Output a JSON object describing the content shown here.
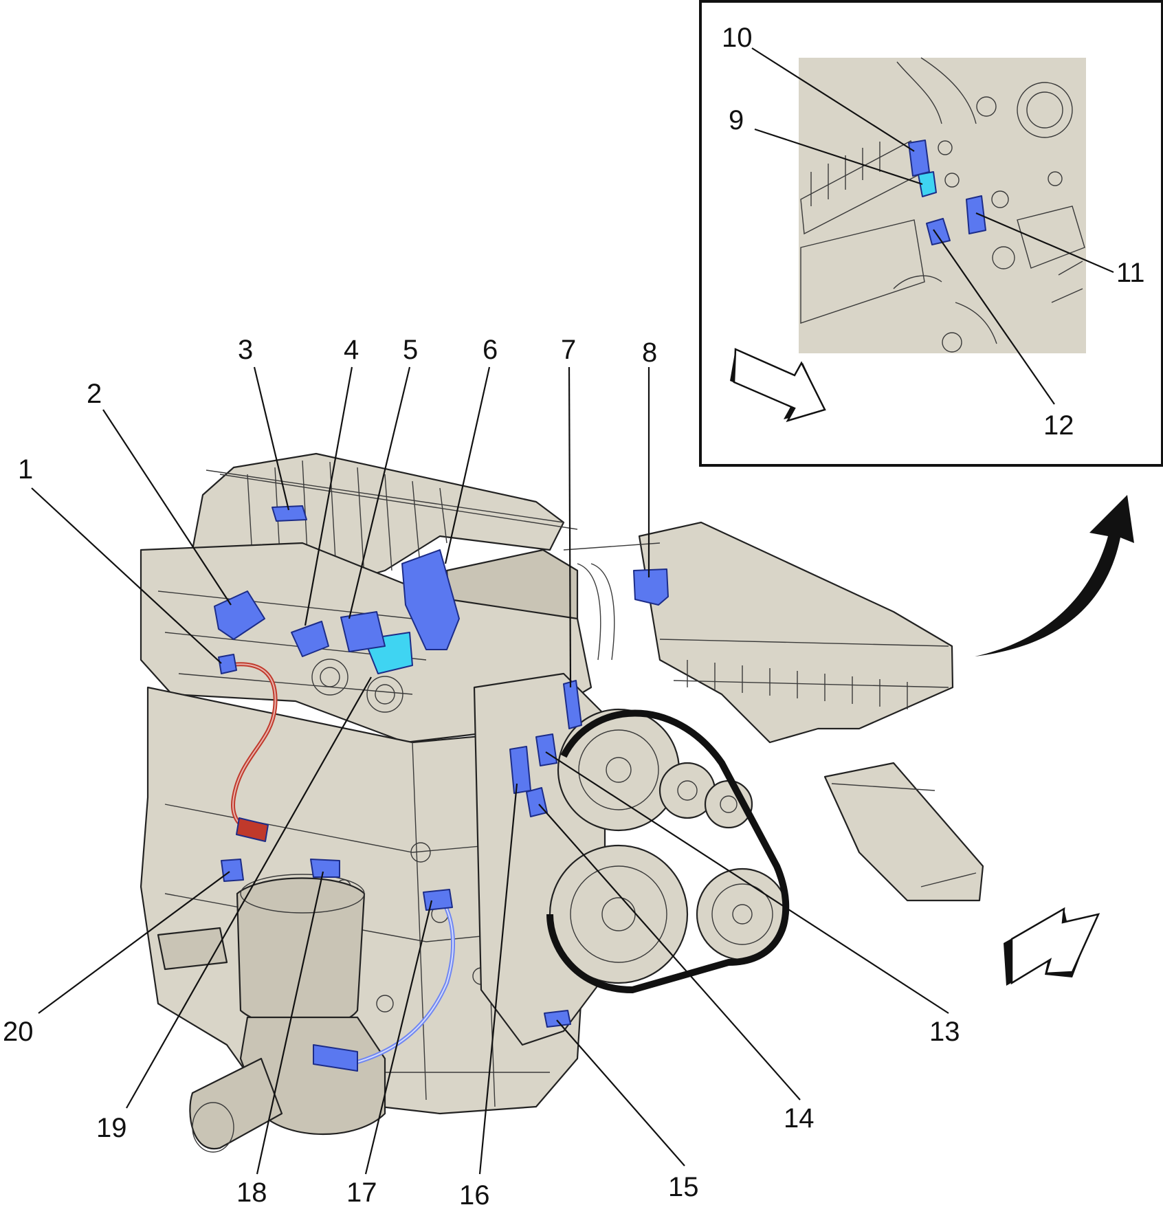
{
  "colors": {
    "engine_fill": "#d9d5c8",
    "engine_fill_dark": "#c9c4b5",
    "outline": "#222222",
    "sensor_blue": "#5a78f0",
    "sensor_cyan": "#3fd4f2",
    "wire_red": "#c0392b",
    "wire_blue": "#6f86f2",
    "inset_border": "#111111",
    "arrow_black": "#111111"
  },
  "callouts": [
    {
      "label": "1"
    },
    {
      "label": "2"
    },
    {
      "label": "3"
    },
    {
      "label": "4"
    },
    {
      "label": "5"
    },
    {
      "label": "6"
    },
    {
      "label": "7"
    },
    {
      "label": "8"
    },
    {
      "label": "9"
    },
    {
      "label": "10"
    },
    {
      "label": "11"
    },
    {
      "label": "12"
    },
    {
      "label": "13"
    },
    {
      "label": "14"
    },
    {
      "label": "15"
    },
    {
      "label": "16"
    },
    {
      "label": "17"
    },
    {
      "label": "18"
    },
    {
      "label": "19"
    },
    {
      "label": "20"
    }
  ],
  "icons": {
    "view_direction_main": "hollow-3d-arrow-right-icon",
    "view_direction_inset": "hollow-3d-arrow-down-right-icon",
    "inset_pointer": "curved-black-arrow-icon"
  }
}
